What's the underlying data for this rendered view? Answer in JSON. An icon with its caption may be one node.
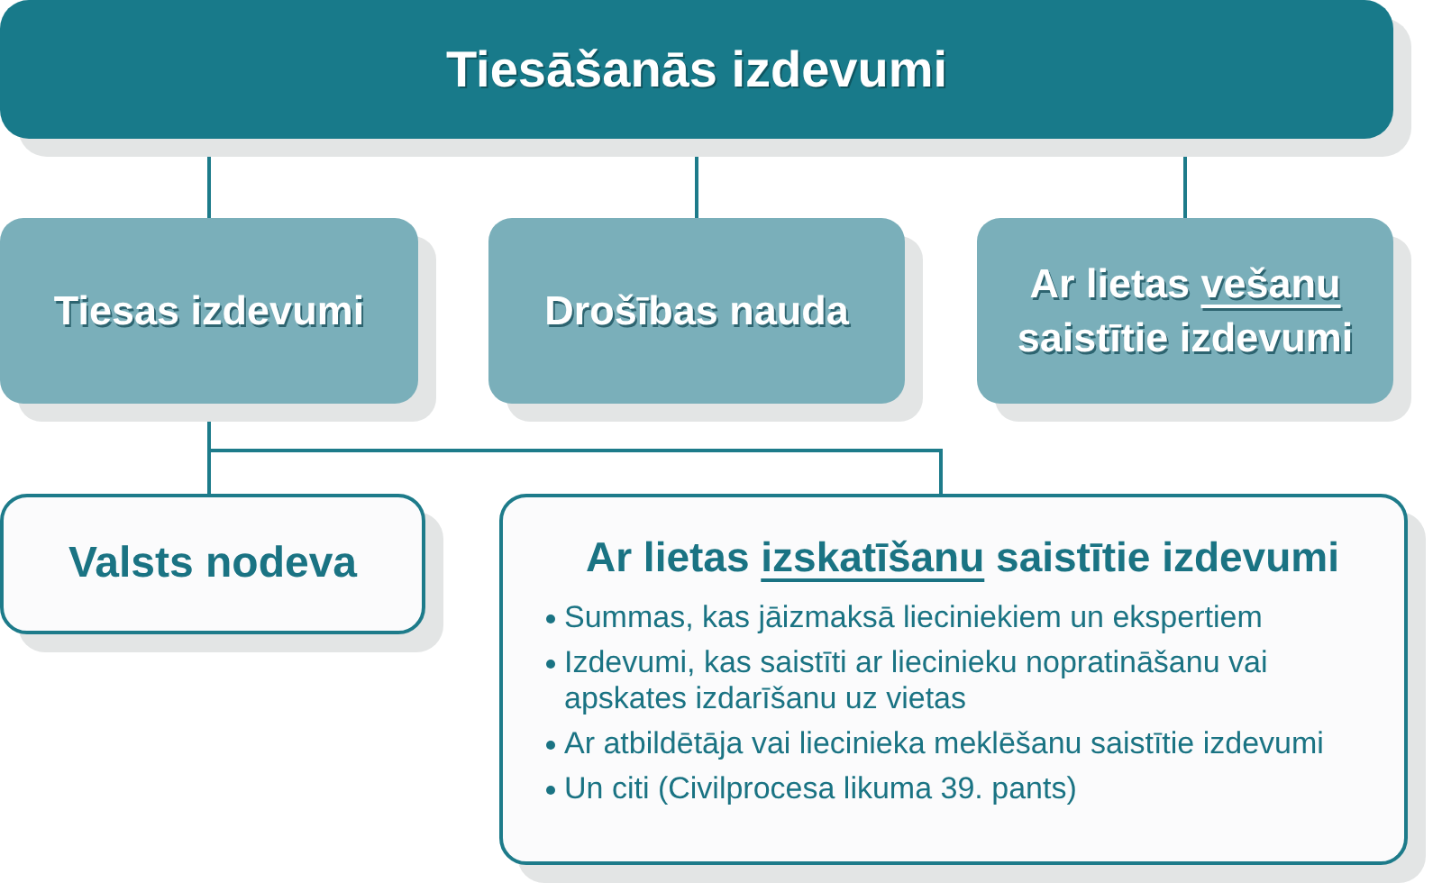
{
  "diagram": {
    "nodes": [
      {
        "text": [
          "Tiesāšanās izdevumi"
        ]
      },
      {
        "text": [
          "Tiesas izdevumi"
        ]
      },
      {
        "text": [
          "Drošības nauda"
        ]
      },
      {
        "text": [
          "Ar lietas *vešanu* saistītie izdevumi"
        ]
      },
      {
        "text": [
          "Valsts nodeva"
        ]
      },
      {
        "text": [
          "Ar lietas *izskatīšanu* saistītie izdevumi",
          "Summas, kas jāizmaksā lieciniekiem un ekspertiem",
          "Izdevumi, kas saistīti ar liecinieku nopratināšanu vai apskates izdarīšanu uz vietas",
          "Ar atbildētāja vai liecinieka meklēšanu saistītie izdevumi",
          "Un citi (Civilprocesa likuma 39. pants)"
        ]
      }
    ],
    "edges": [
      {
        "from": 0,
        "to": 1,
        "arrow": "none"
      },
      {
        "from": 0,
        "to": 2,
        "arrow": "none"
      },
      {
        "from": 0,
        "to": 3,
        "arrow": "none"
      },
      {
        "from": 1,
        "to": 4,
        "arrow": "none"
      },
      {
        "from": 1,
        "to": 5,
        "arrow": "none"
      }
    ]
  }
}
